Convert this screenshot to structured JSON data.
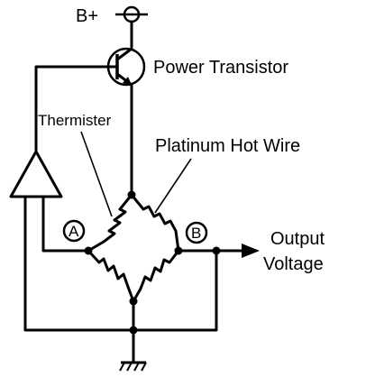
{
  "labels": {
    "supply": "B+",
    "power_transistor": "Power Transistor",
    "thermister": "Thermister",
    "platinum_hot_wire": "Platinum Hot Wire",
    "output_line1": "Output",
    "output_line2": "Voltage",
    "node_a": "A",
    "node_b": "B"
  },
  "colors": {
    "ink": "#000000",
    "background": "#ffffff"
  }
}
